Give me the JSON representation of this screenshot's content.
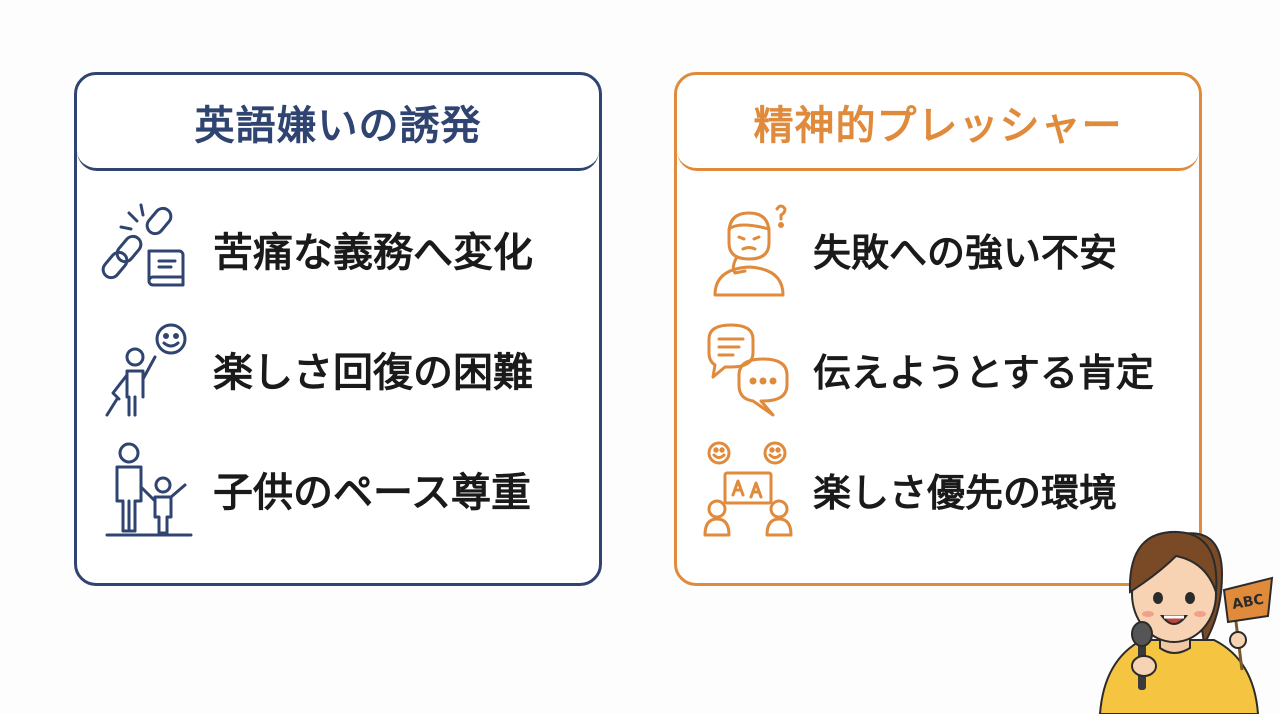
{
  "colors": {
    "navy": "#2f4470",
    "orange": "#e08a3c"
  },
  "left_panel": {
    "title": "英語嫌いの誘発",
    "items": [
      {
        "icon": "broken-chain-book-icon",
        "label": "苦痛な義務へ変化"
      },
      {
        "icon": "person-reaching-smile-icon",
        "label": "楽しさ回復の困難"
      },
      {
        "icon": "parent-child-icon",
        "label": "子供のペース尊重"
      }
    ]
  },
  "right_panel": {
    "title": "精神的プレッシャー",
    "items": [
      {
        "icon": "worried-person-icon",
        "label": "失敗への強い不安"
      },
      {
        "icon": "speech-bubbles-icon",
        "label": "伝えようとする肯定"
      },
      {
        "icon": "happy-classroom-icon",
        "label": "楽しさ優先の環境"
      }
    ]
  },
  "mascot": {
    "flag_text": "ABC"
  }
}
